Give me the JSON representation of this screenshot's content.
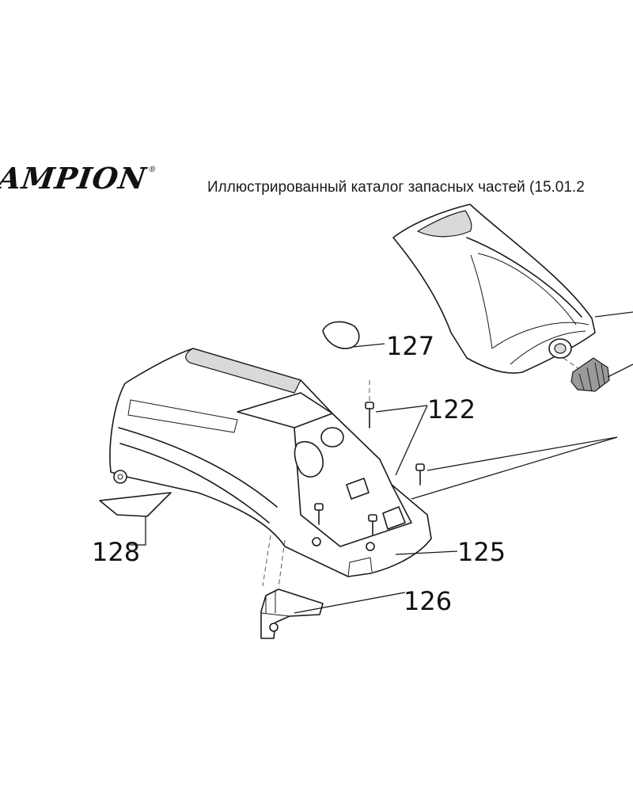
{
  "header": {
    "brand": "AMPION",
    "brand_mark": "®",
    "title": "Иллюстрированный каталог запасных частей (15.01.2"
  },
  "callouts": [
    {
      "id": "127",
      "label": "127"
    },
    {
      "id": "122",
      "label": "122"
    },
    {
      "id": "128",
      "label": "128"
    },
    {
      "id": "125",
      "label": "125"
    },
    {
      "id": "126",
      "label": "126"
    }
  ]
}
